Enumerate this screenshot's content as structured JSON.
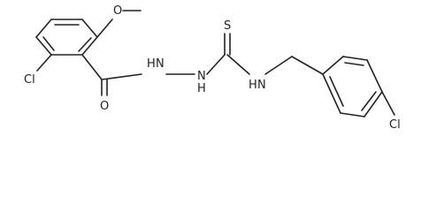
{
  "colors": {
    "bond": "#222222",
    "label": "#222222",
    "background": "#ffffff"
  },
  "labels": {
    "o_methoxy": "O",
    "cl_left": "Cl",
    "o_carbonyl": "O",
    "nh_hydrazide_1": "H",
    "n_hydrazide_1": "N",
    "n_hydrazide_2": "N",
    "h_hydrazide_2": "H",
    "s_thione": "S",
    "h_amine": "H",
    "n_amine": "N",
    "cl_right": "Cl"
  }
}
